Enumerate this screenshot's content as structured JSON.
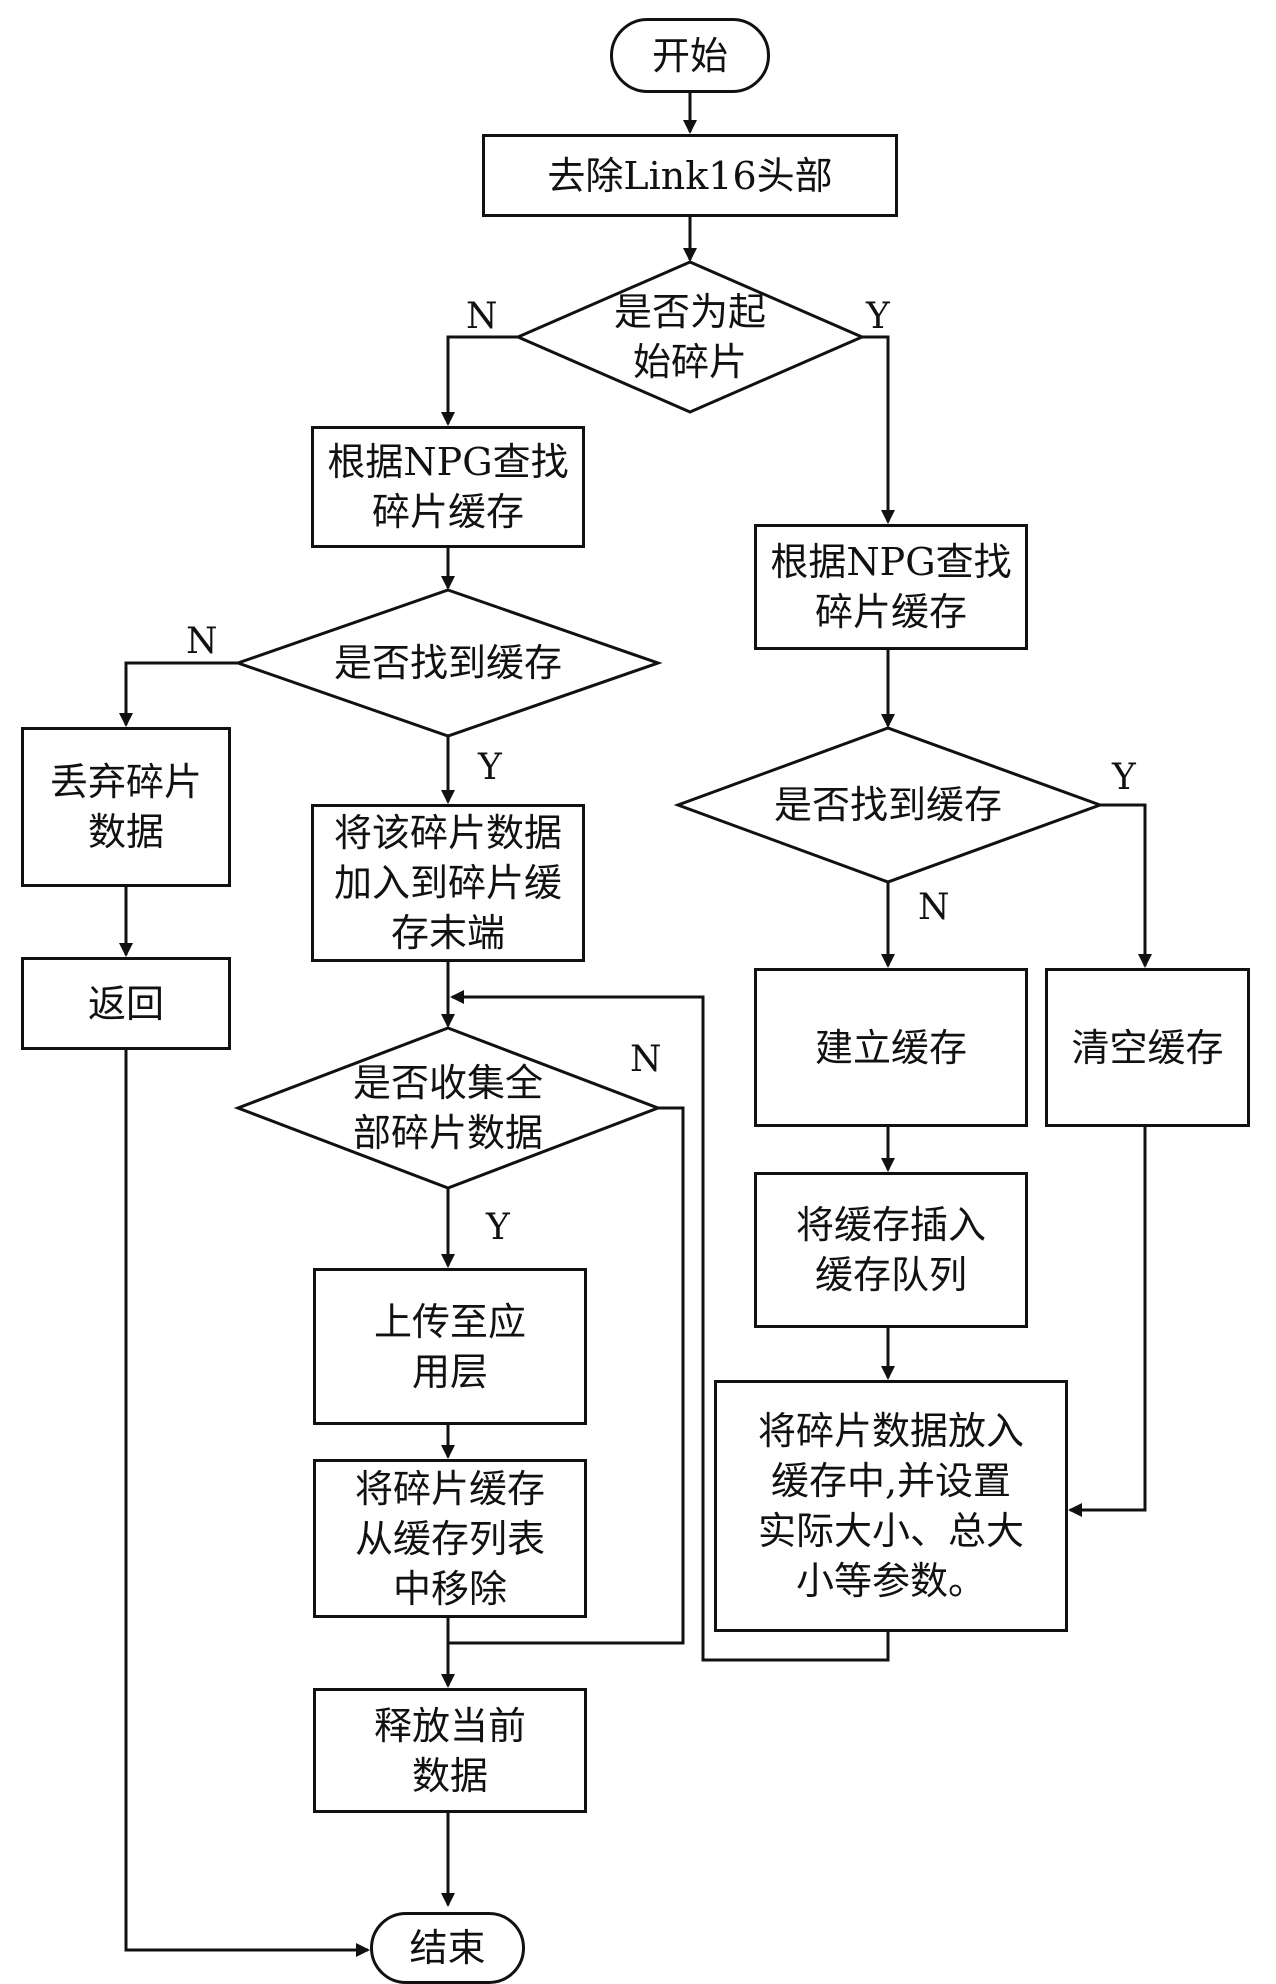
{
  "flowchart": {
    "start": "开始",
    "end": "结束",
    "remove_header": "去除Link16头部",
    "is_first_fragment": "是否为起\n始碎片",
    "left": {
      "lookup_cache": "根据NPG查找\n碎片缓存",
      "found_cache": "是否找到缓存",
      "discard": "丢弃碎片\n数据",
      "return": "返回",
      "append": "将该碎片数据\n加入到碎片缓\n存末端",
      "all_collected": "是否收集全\n部碎片数据",
      "upload": "上传至应\n用层",
      "remove_from_list": "将碎片缓存\n从缓存列表\n中移除",
      "release": "释放当前\n数据"
    },
    "right": {
      "lookup_cache": "根据NPG查找\n碎片缓存",
      "found_cache": "是否找到缓存",
      "create_cache": "建立缓存",
      "clear_cache": "清空缓存",
      "insert_queue": "将缓存插入\n缓存队列",
      "put_data": "将碎片数据放入\n缓存中,并设置\n实际大小、总大\n小等参数。"
    },
    "labels": {
      "n1": "N",
      "y1": "Y",
      "n2": "N",
      "y2": "Y",
      "n3": "N",
      "y3": "Y",
      "n4": "N",
      "y4": "Y"
    }
  }
}
